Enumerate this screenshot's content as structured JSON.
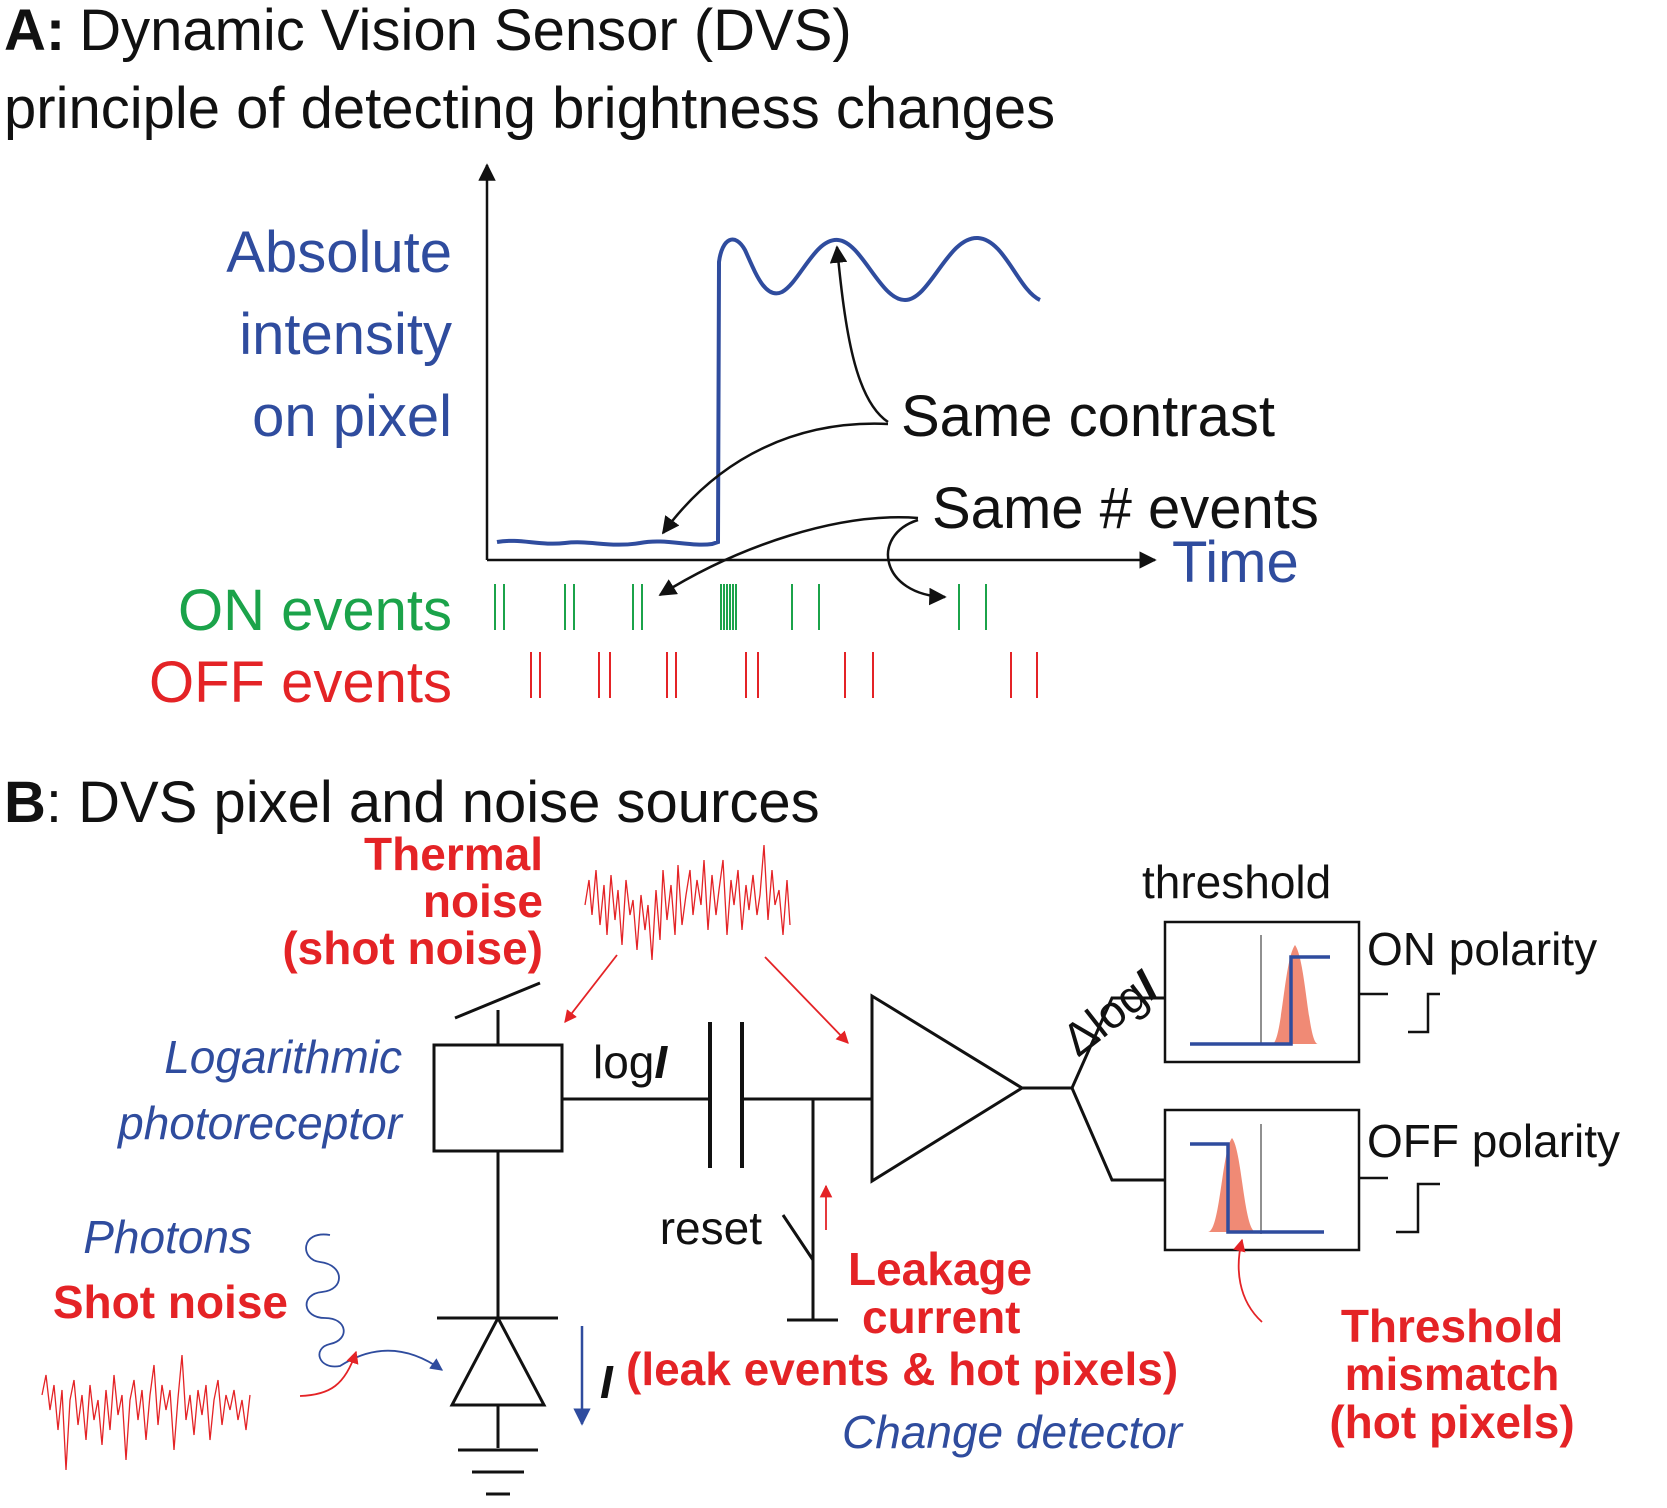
{
  "panel_a": {
    "label": "A:",
    "title_line1": "Dynamic Vision Sensor (DVS)",
    "title_line2": "principle of detecting brightness changes",
    "y_label": [
      "Absolute",
      "intensity",
      "on pixel"
    ],
    "x_label": "Time",
    "annotation_contrast": "Same contrast",
    "annotation_events": "Same # events",
    "on_events_label": "ON events",
    "off_events_label": "OFF events"
  },
  "panel_b": {
    "label": "B",
    "title": ":  DVS pixel and noise sources",
    "thermal_noise": [
      "Thermal",
      "noise",
      "(shot noise)"
    ],
    "log_photoreceptor": [
      "Logarithmic",
      "photoreceptor"
    ],
    "photons": "Photons",
    "shot_noise": "Shot noise",
    "log_i": "log",
    "log_i_var": "I",
    "reset": "reset",
    "current_var": "I",
    "delta_log_i": "Δlog",
    "delta_log_i_var": "I",
    "threshold": "threshold",
    "on_polarity": "ON polarity",
    "off_polarity": "OFF polarity",
    "leakage_current": [
      "Leakage",
      "current",
      "(leak events & hot pixels)"
    ],
    "change_detector": "Change detector",
    "threshold_mismatch": [
      "Threshold",
      "mismatch",
      "(hot pixels)"
    ]
  },
  "colors": {
    "blue": "#2f4c9e",
    "green": "#1ba34a",
    "red": "#e42326",
    "salmon": "#f08a75",
    "black": "#111111"
  }
}
